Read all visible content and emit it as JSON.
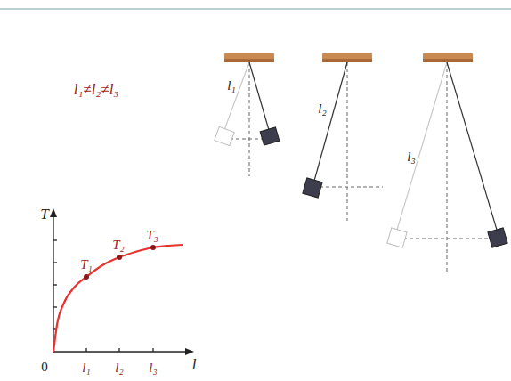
{
  "diagram": {
    "labels": [
      "l₁≠l₂≠l₃",
      "l₁",
      "l₂",
      "l₃",
      "T",
      "T₁",
      "T₂",
      "T₃",
      "0",
      "l₁",
      "l₂",
      "l₃",
      "l"
    ]
  }
}
